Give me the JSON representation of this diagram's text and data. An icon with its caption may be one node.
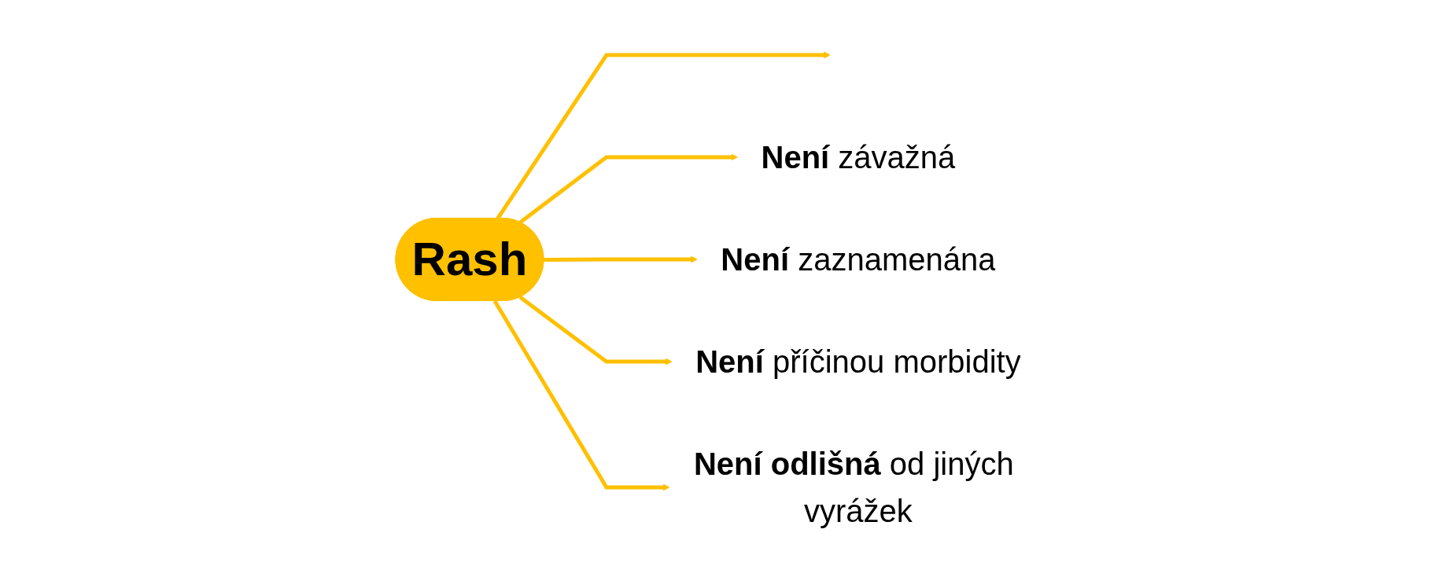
{
  "diagram": {
    "nodes": [
      {
        "text": [
          "**Není** závažná"
        ]
      },
      {
        "text": [
          "Rash"
        ]
      },
      {
        "text": [
          "**Není** zaznamenána"
        ]
      },
      {
        "text": [
          "**Není** příčinou morbidity"
        ]
      },
      {
        "text": [
          "**Není odlišná** od jiných vyrážek"
        ]
      }
    ],
    "edges": [
      {
        "from": 1,
        "to": null,
        "arrow": "to"
      },
      {
        "from": 1,
        "to": 0,
        "arrow": "to"
      },
      {
        "from": 1,
        "to": 2,
        "arrow": "to"
      },
      {
        "from": 1,
        "to": 3,
        "arrow": "to"
      },
      {
        "from": 1,
        "to": 4,
        "arrow": "to"
      }
    ]
  }
}
